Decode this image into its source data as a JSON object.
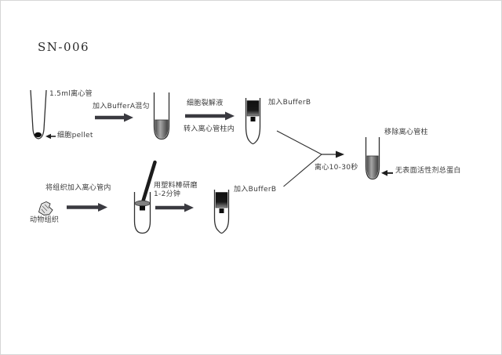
{
  "header": {
    "title": "SN-006"
  },
  "colors": {
    "ink": "#2f2f2f",
    "arrow": "#3a3a40",
    "liquid_light": "#a6a6a6",
    "liquid_dark": "#3d3d3d",
    "column_black": "#141414",
    "page_border": "#d6d6d6"
  },
  "top_flow": {
    "tube_label": "1.5ml离心管",
    "pellet_label": "细胞pellet",
    "step1": "加入BufferA混匀",
    "step2_line1": "细胞裂解液",
    "step2_line2": "转入离心管柱内",
    "step3": "加入BufferB"
  },
  "bottom_flow": {
    "source_label": "动物组织",
    "step1": "将组织加入离心管内",
    "step2_line1": "用塑料棒研磨",
    "step2_line2": "1-2分钟",
    "step3": "加入BufferB"
  },
  "merge_flow": {
    "centrifuge": "离心10-30秒",
    "remove_column": "移除离心管柱",
    "result": "无表面活性剂总蛋白"
  }
}
